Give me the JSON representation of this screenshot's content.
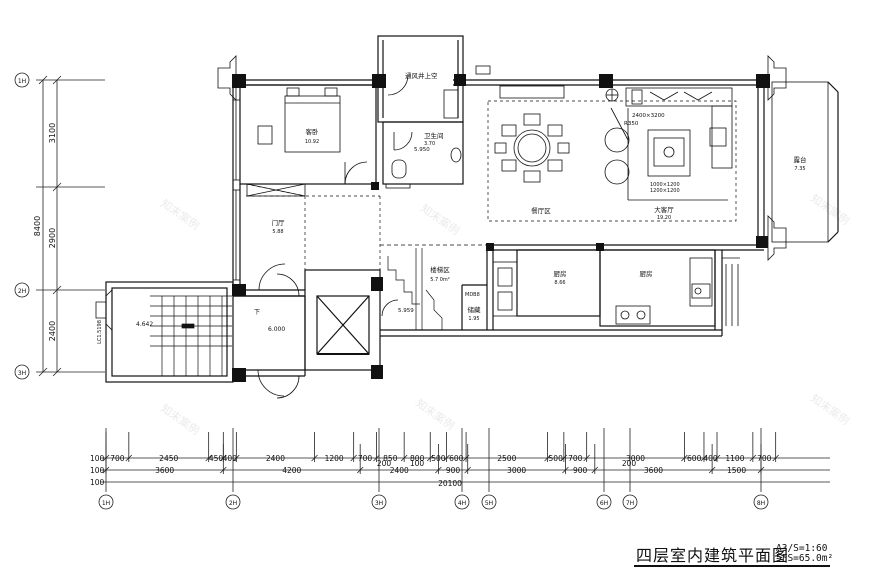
{
  "title": "四层室内建筑平面图",
  "scale": {
    "line1": "A3/S=1:60",
    "line2": "5FS=65.0m²"
  },
  "rooms": {
    "vent": "通风井上空",
    "guest": {
      "name": "客卧",
      "area": "10.92"
    },
    "bath": {
      "name": "卫生间",
      "area": "3.70",
      "level": "5.950"
    },
    "dining": "餐厅区",
    "table_size": "2400×3200",
    "lamp": "R350",
    "rug": {
      "line1": "1000×1200",
      "line2": "1200×1200"
    },
    "living": {
      "name": "大客厅",
      "area": "19.20"
    },
    "terrace": {
      "name": "露台",
      "area": "7.35"
    },
    "foyer": {
      "name": "门厅",
      "area": "5.88"
    },
    "stairhall": {
      "name": "楼梯区",
      "area": "5.7 0m²"
    },
    "kitchen1": {
      "name": "厨房",
      "area": "8.66"
    },
    "kitchen2": "厨房",
    "storage": {
      "name": "储藏",
      "area": "1.95"
    },
    "mdb": "MDB8",
    "stair_level": "4.642",
    "landing": "6.000",
    "level_1": "5.959",
    "stair_tag": "LC1.5198",
    "down_mark": "下"
  },
  "left_dims": {
    "overall": "8400",
    "segments": [
      "3100",
      "2900",
      "2400"
    ]
  },
  "row1": [
    "700",
    "2450",
    "450",
    "400",
    "2400",
    "1200",
    "700",
    "850",
    "800",
    "500",
    "600",
    "2500",
    "500",
    "700",
    "3000",
    "600",
    "400",
    "1100",
    "700"
  ],
  "row2": [
    "3600",
    "4200",
    "2400",
    "900",
    "3000",
    "900",
    "3600",
    "1500"
  ],
  "row2_small": [
    "200",
    "100",
    "200"
  ],
  "row_total": "20100",
  "row_marks": "100",
  "axis_labels": {
    "bottom": [
      "1H",
      "2H",
      "3H",
      "4H",
      "5H",
      "6H",
      "7H",
      "8H"
    ],
    "left": [
      "1H",
      "2H",
      "3H"
    ]
  },
  "watermark": "知末案例"
}
